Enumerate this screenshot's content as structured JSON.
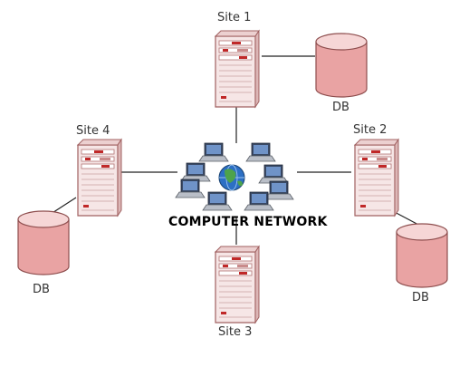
{
  "diagram": {
    "network": {
      "label": "COMPUTER NETWORK",
      "globe_icon": "globe-icon",
      "laptop_icon": "laptop-icon",
      "laptop_count": 8
    },
    "sites": [
      {
        "id": "site-1",
        "label": "Site 1",
        "server_icon": "server-icon",
        "has_db": true,
        "db_label": "DB"
      },
      {
        "id": "site-2",
        "label": "Site 2",
        "server_icon": "server-icon",
        "has_db": true,
        "db_label": "DB"
      },
      {
        "id": "site-3",
        "label": "Site 3",
        "server_icon": "server-icon",
        "has_db": false
      },
      {
        "id": "site-4",
        "label": "Site 4",
        "server_icon": "server-icon",
        "has_db": true,
        "db_label": "DB"
      }
    ],
    "colors": {
      "server_body": "#f6e6e6",
      "server_outline": "#a06060",
      "server_accent": "#c02828",
      "db_fill": "#e9a3a3",
      "db_top": "#f6d6d6",
      "db_outline": "#8e4e4e",
      "line": "#222222",
      "globe": "#2c6fc4"
    }
  }
}
